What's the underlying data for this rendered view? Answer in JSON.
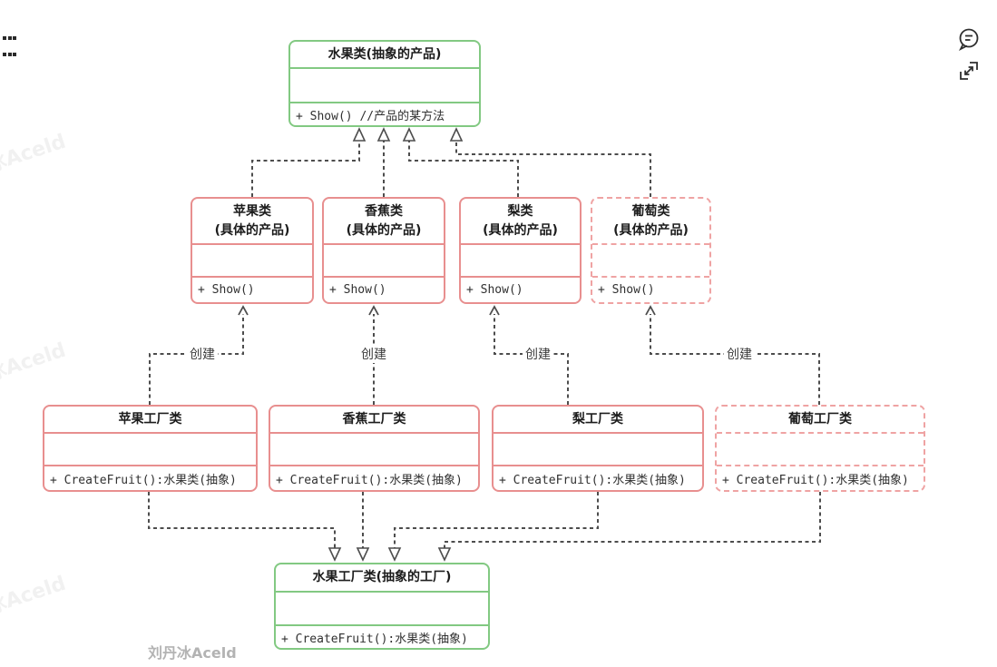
{
  "colors": {
    "abstract_border": "#82c982",
    "concrete_border": "#e88f8f",
    "extend_border_dashed": "#efa3a3",
    "wire": "#4d4d4d",
    "watermark": "#b3b3b3"
  },
  "toolbar": {
    "drag_handle_icon": "grid-dots",
    "comment_icon": "speech-bubble",
    "expand_icon": "expand-arrows"
  },
  "diagram": {
    "abstract_product": {
      "title": "水果类(抽象的产品)",
      "method": "+ Show() //产品的某方法"
    },
    "apple_product": {
      "title": "苹果类\n(具体的产品)",
      "method": "+ Show()"
    },
    "banana_product": {
      "title": "香蕉类\n(具体的产品)",
      "method": "+ Show()"
    },
    "pear_product": {
      "title": "梨类\n(具体的产品)",
      "method": "+ Show()"
    },
    "grape_product": {
      "title": "葡萄类\n(具体的产品)",
      "method": "+ Show()"
    },
    "apple_factory": {
      "title": "苹果工厂类",
      "method": "+ CreateFruit():水果类(抽象)"
    },
    "banana_factory": {
      "title": "香蕉工厂类",
      "method": "+ CreateFruit():水果类(抽象)"
    },
    "pear_factory": {
      "title": "梨工厂类",
      "method": "+ CreateFruit():水果类(抽象)"
    },
    "grape_factory": {
      "title": "葡萄工厂类",
      "method": "+ CreateFruit():水果类(抽象)"
    },
    "abstract_factory": {
      "title": "水果工厂类(抽象的工厂)",
      "method": "+ CreateFruit():水果类(抽象)"
    },
    "create_label": "创建"
  },
  "watermark": {
    "text": "刘丹冰Aceld",
    "faint_text": "刘丹冰Aceld"
  }
}
